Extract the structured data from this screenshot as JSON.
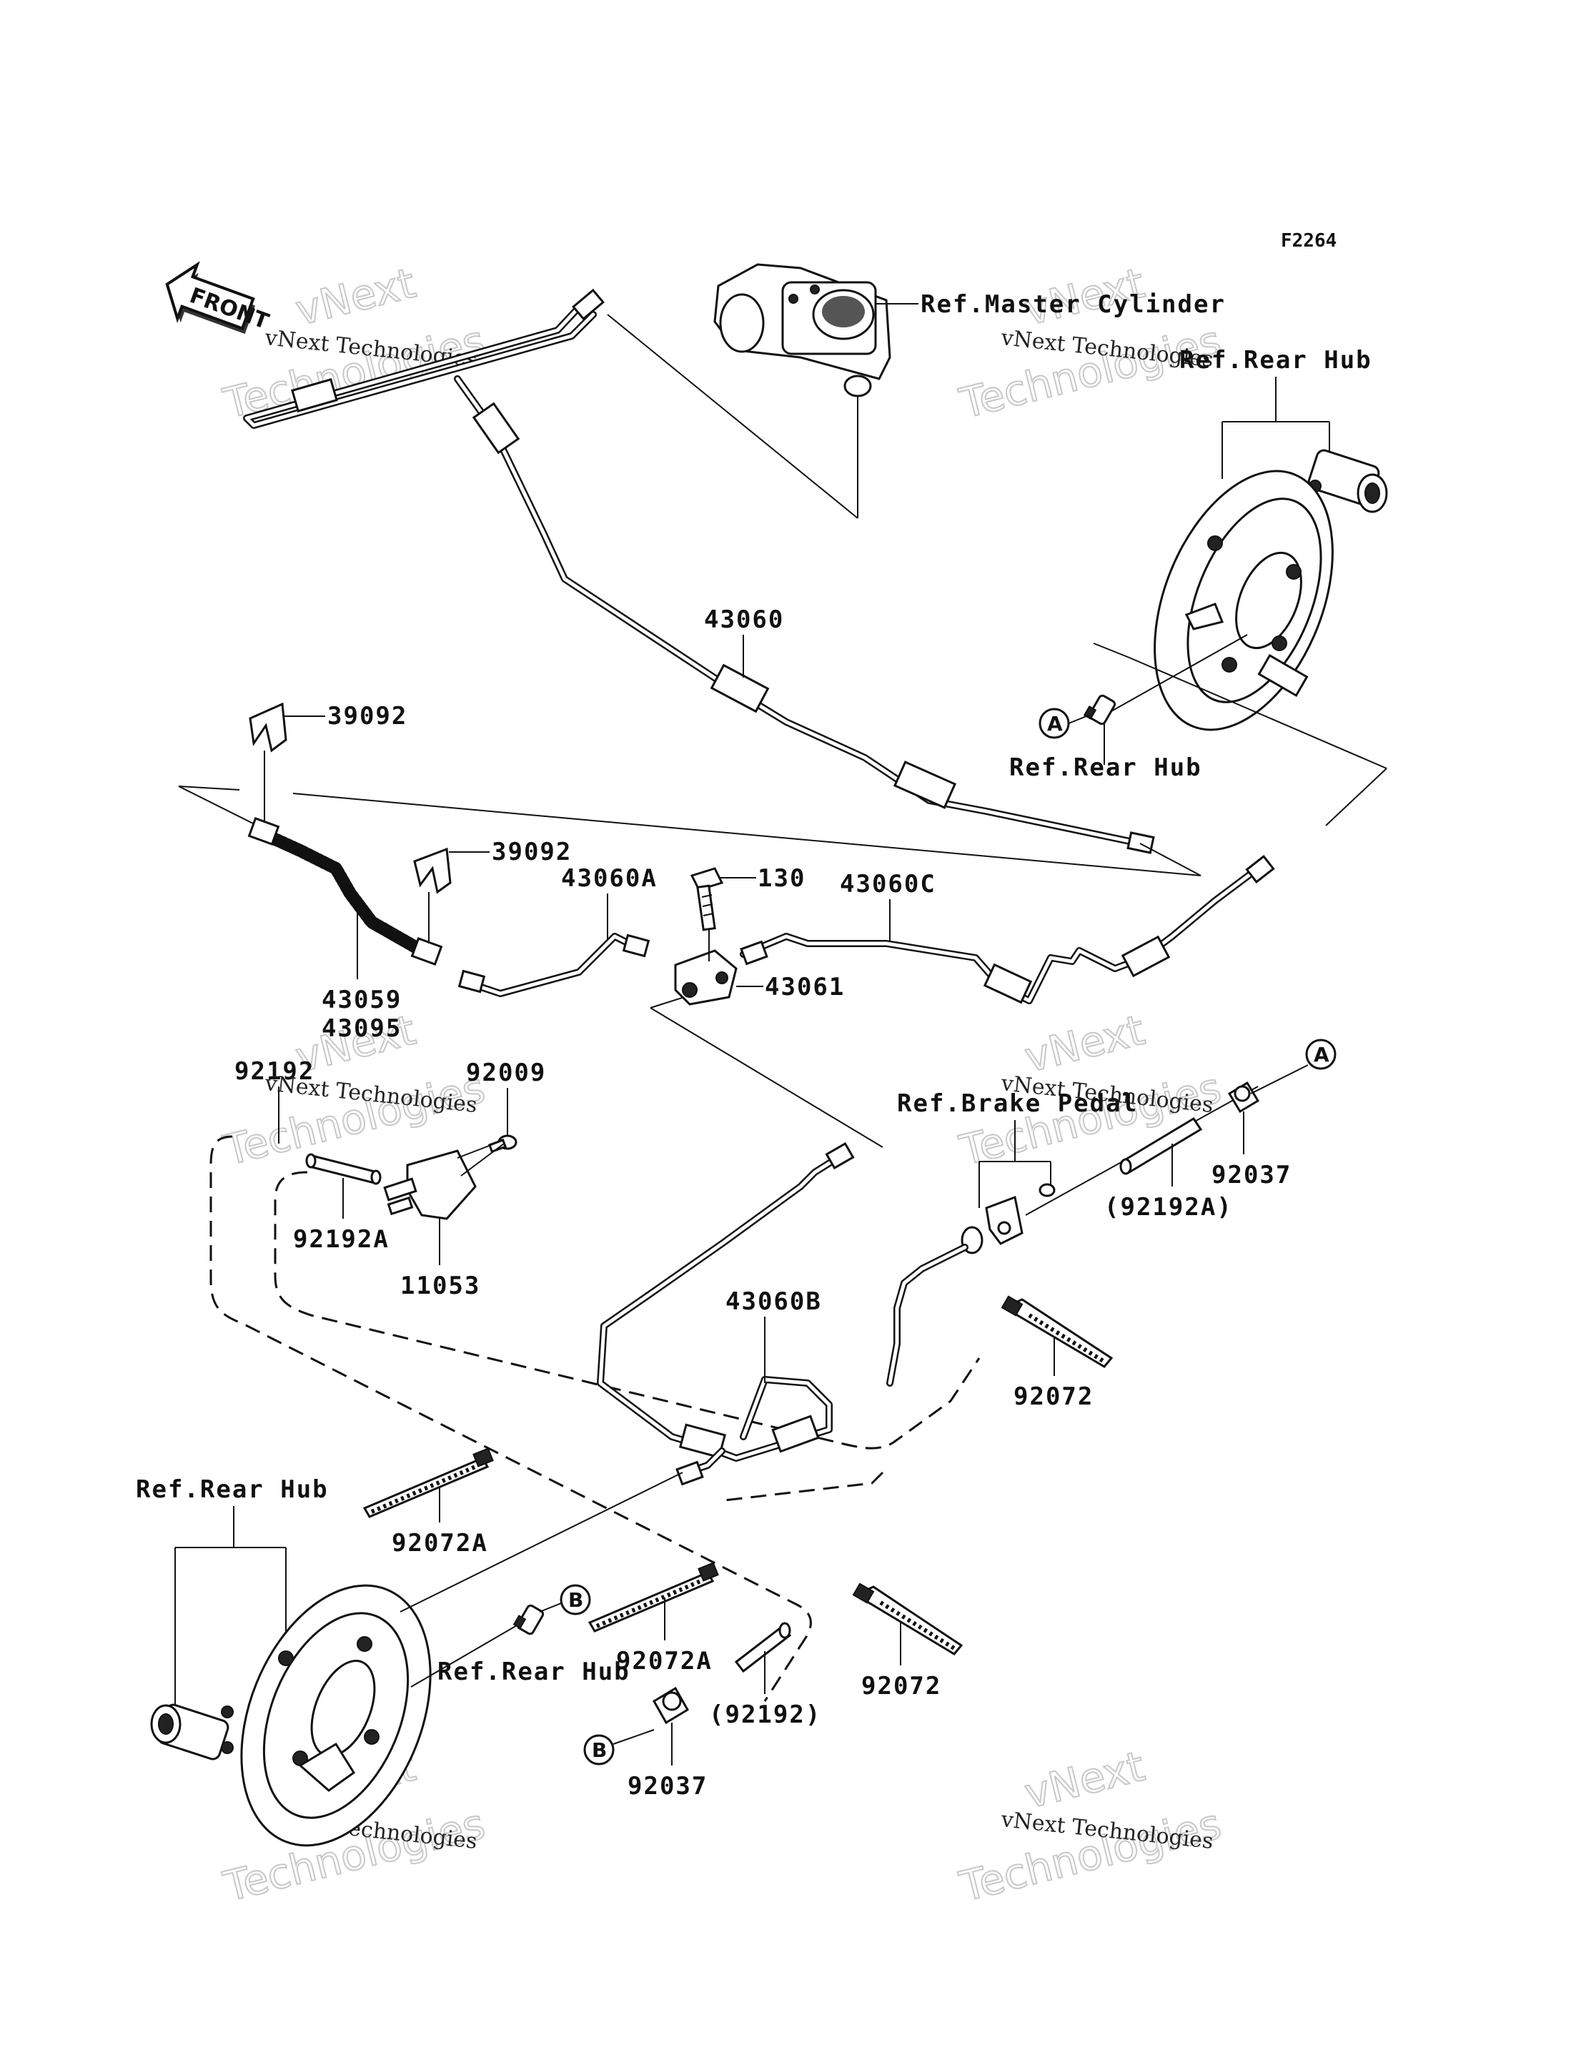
{
  "figure_code": "F2264",
  "front_arrow": "FRONT",
  "labels": {
    "master_cylinder": "Ref.Master Cylinder",
    "rear_hub_top": "Ref.Rear Hub",
    "rear_hub_mid": "Ref.Rear Hub",
    "rear_hub_left": "Ref.Rear Hub",
    "rear_hub_bottom": "Ref.Rear Hub",
    "brake_pedal": "Ref.Brake Pedal",
    "p43060": "43060",
    "p39092_a": "39092",
    "p39092_b": "39092",
    "p43060A": "43060A",
    "p130": "130",
    "p43060C": "43060C",
    "p43061": "43061",
    "p43059": "43059",
    "p43095": "43095",
    "p92192": "92192",
    "p92009": "92009",
    "p92192A": "92192A",
    "p11053": "11053",
    "p92192A_paren": "(92192A)",
    "p92037_a": "92037",
    "p43060B": "43060B",
    "p92072_a": "92072",
    "p92072A_a": "92072A",
    "p92072A_b": "92072A",
    "p92072_b": "92072",
    "p92192_paren": "(92192)",
    "p92037_b": "92037"
  },
  "callouts": {
    "a1": "A",
    "a2": "A",
    "b1": "B",
    "b2": "B"
  },
  "watermarks": {
    "small": "vNext Technologies",
    "big_1": "vNext",
    "big_2": "Technologies"
  }
}
